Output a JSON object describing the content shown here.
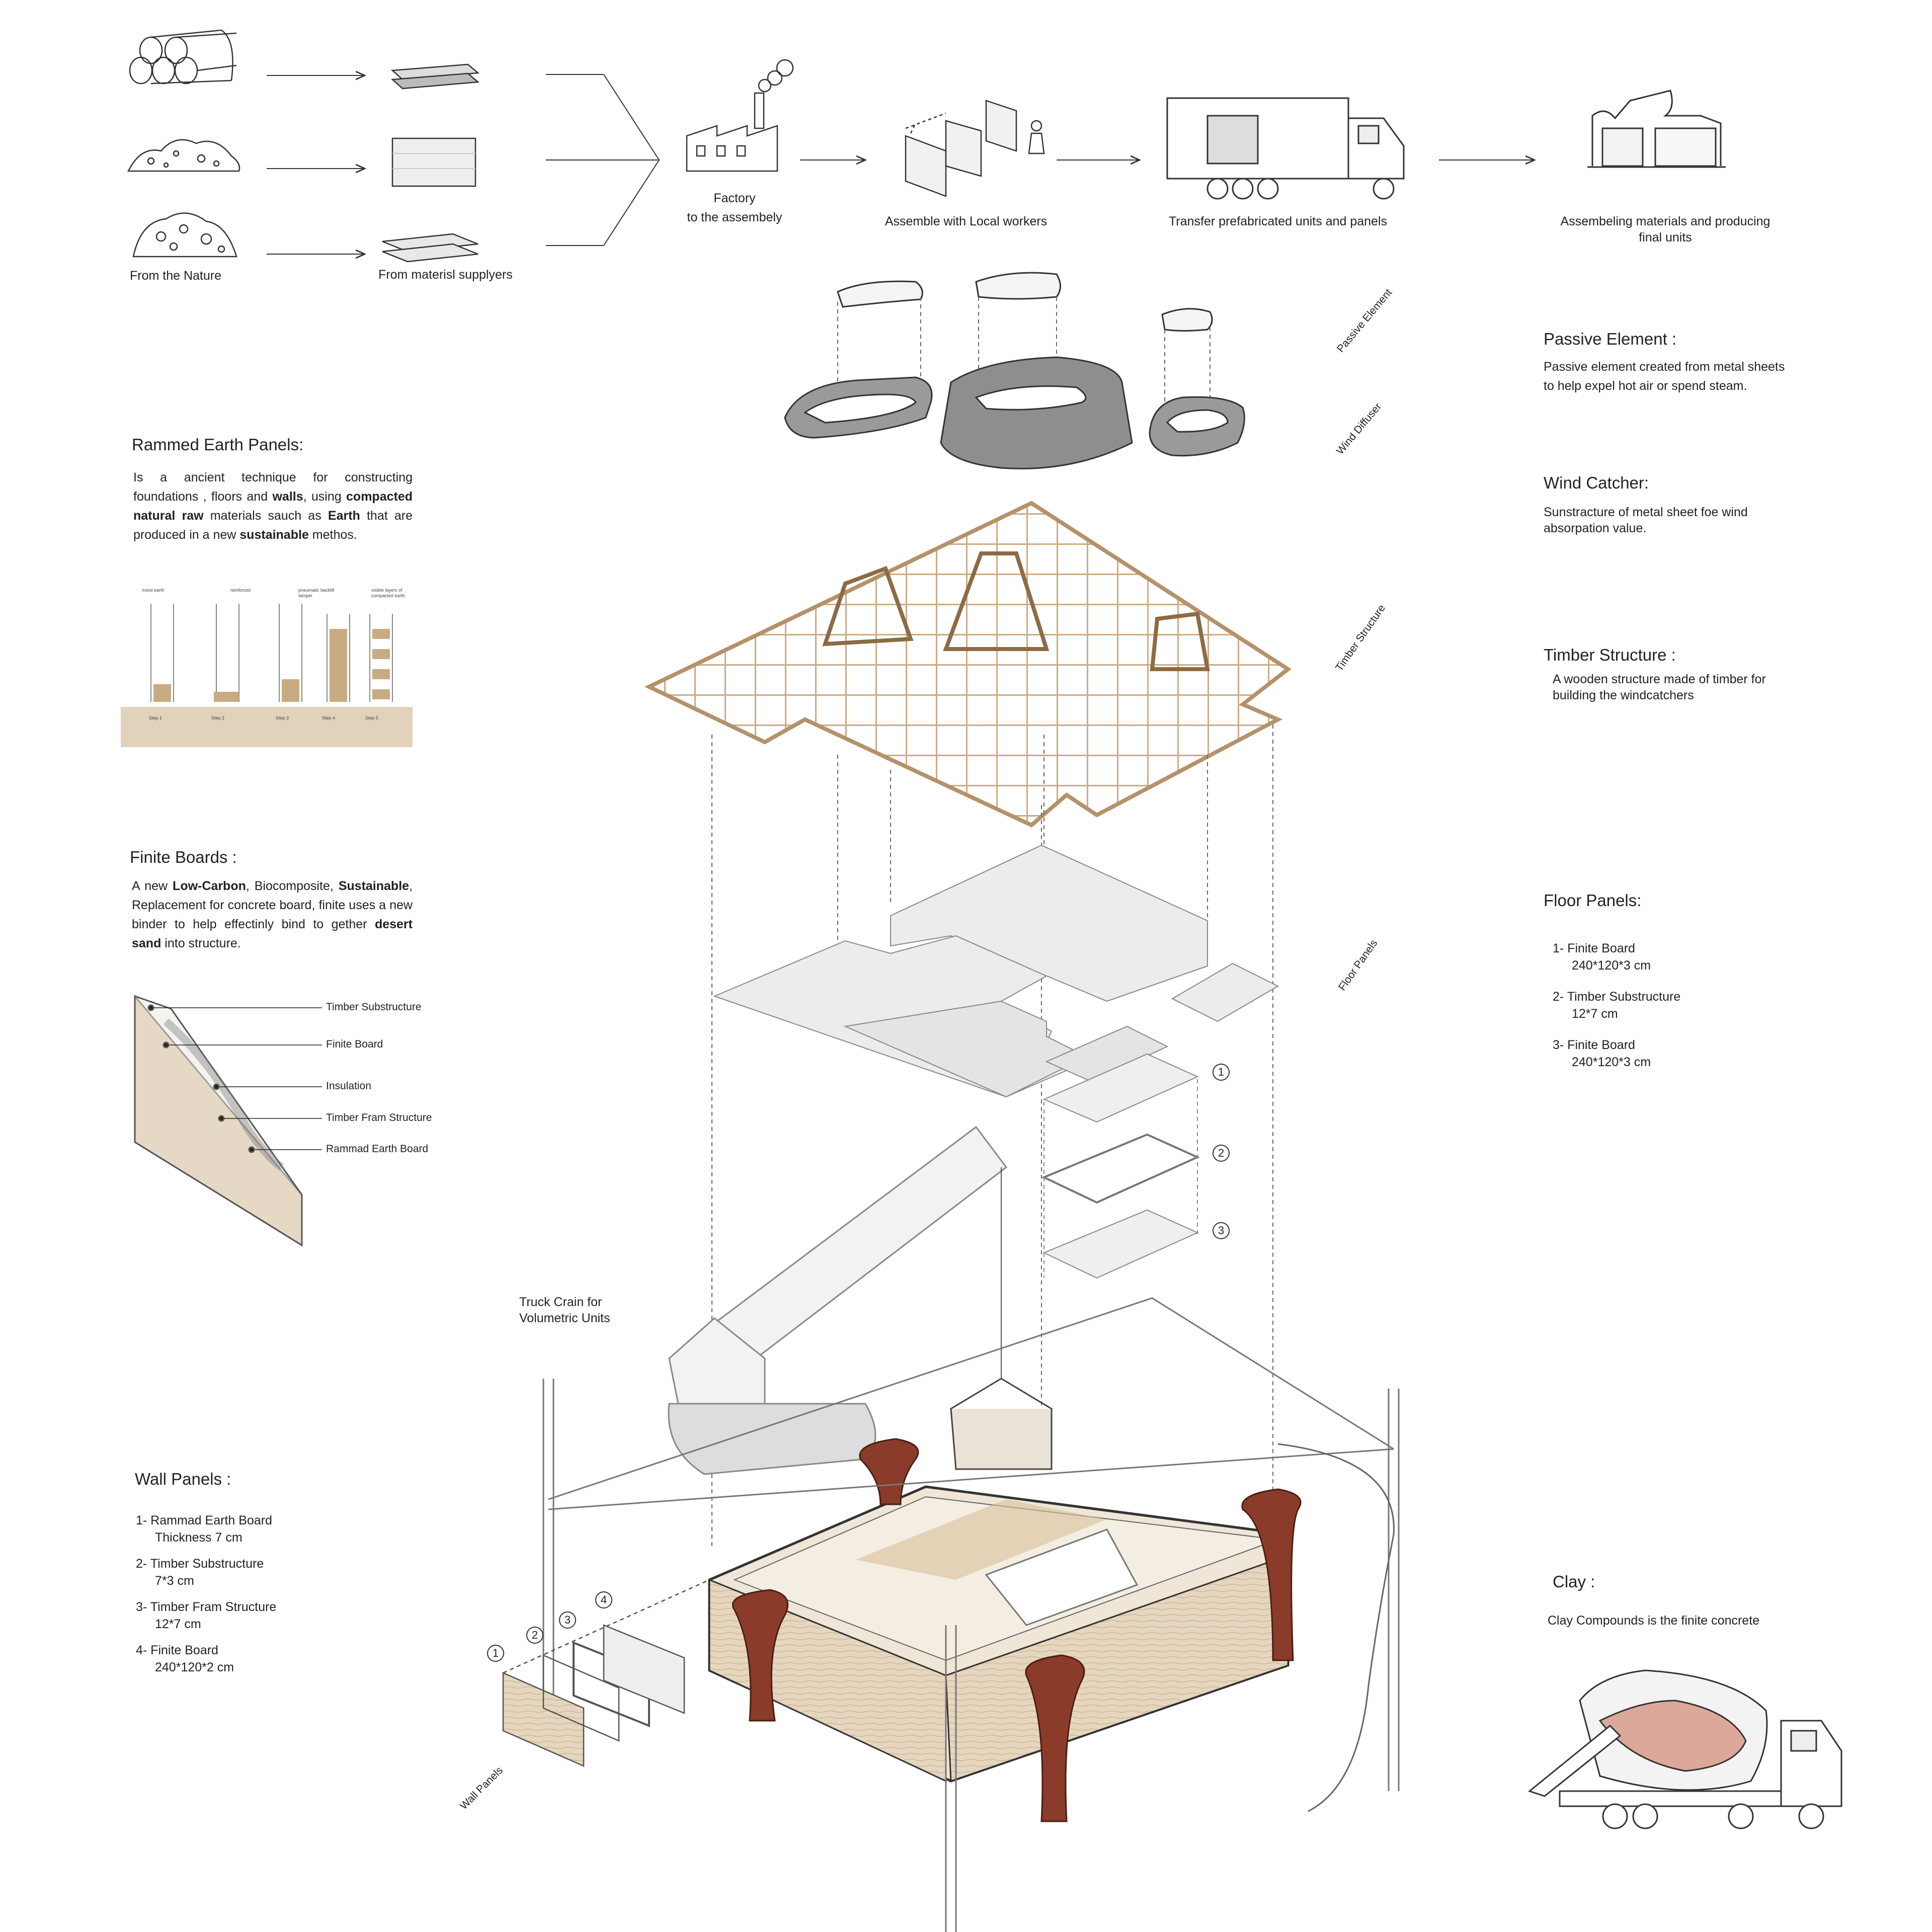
{
  "process": {
    "from_nature": "From the Nature",
    "from_suppliers": "From materisl supplyers",
    "factory_line1": "Factory",
    "factory_line2": "to the assembely",
    "assemble": "Assemble with Local workers",
    "transfer": "Transfer prefabricated units and panels",
    "final_line1": "Assembeling materials and producing",
    "final_line2": "final units"
  },
  "passive": {
    "title": "Passive Element :",
    "text": "Passive element created from metal sheets to help expel hot air or spend steam."
  },
  "wind": {
    "title": "Wind Catcher:",
    "text": "Sunstracture of metal sheet foe wind absorpation value."
  },
  "timber": {
    "title": "Timber Structure :",
    "text": "A wooden structure made of timber for building the windcatchers"
  },
  "floor": {
    "title": "Floor Panels:",
    "items": [
      {
        "label": "1-  Finite Board",
        "dim": "240*120*3 cm"
      },
      {
        "label": "2-  Timber Substructure",
        "dim": "12*7 cm"
      },
      {
        "label": "3-  Finite Board",
        "dim": "240*120*3 cm"
      }
    ]
  },
  "clay": {
    "title": "Clay :",
    "text": "Clay Compounds is the finite concrete"
  },
  "rammed": {
    "title": "Rammed Earth Panels:",
    "p1": "Is a ancient technique for constructing foundations , floors and ",
    "b1": "walls",
    "p2": ", using ",
    "b2": "compacted natural raw",
    "p3": " materials sauch as ",
    "b3": "Earth",
    "p4": " that are produced in a new ",
    "b4": "sustainable",
    "p5": " methos.",
    "steps": [
      {
        "label": "moist earth",
        "caption": "Step 1"
      },
      {
        "label": "reinforced",
        "caption": "Step 2"
      },
      {
        "label": "",
        "caption": "Step 3"
      },
      {
        "label": "pneumatic backfill tamper",
        "caption": "Step 4"
      },
      {
        "label": "visible layers of compacted earth",
        "caption": "Step 5"
      }
    ]
  },
  "finite": {
    "title": "Finite Boards :",
    "p1": "A new ",
    "b1": "Low-Carbon",
    "p2": ", Biocomposite, ",
    "b2": "Sustainable",
    "p3": ", Replacement for concrete board, finite uses a new binder to help effectinly bind to gether ",
    "b3": "desert sand",
    "p4": " into structure.",
    "layers": [
      "Timber Substructure",
      "Finite Board",
      "Insulation",
      "Timber Fram Structure",
      "Rammad Earth Board"
    ]
  },
  "wall": {
    "title": "Wall Panels :",
    "items": [
      {
        "label": "1-  Rammad Earth Board",
        "dim": "Thickness 7 cm"
      },
      {
        "label": "2-  Timber Substructure",
        "dim": "7*3 cm"
      },
      {
        "label": "3-  Timber Fram Structure",
        "dim": "12*7 cm"
      },
      {
        "label": "4-  Finite Board",
        "dim": "240*120*2 cm"
      }
    ]
  },
  "vertical_labels": {
    "passive": "Passive Element",
    "diffuser": "Wind Diffuser",
    "timber": "Timber Structure",
    "floor": "Floor Panels",
    "wall": "Wall Panels"
  },
  "crane_label_line1": "Truck Crain for",
  "crane_label_line2": "Volumetric Units",
  "floor_numbers": [
    "1",
    "2",
    "3"
  ],
  "wall_numbers": [
    "1",
    "2",
    "3",
    "4"
  ],
  "colors": {
    "line": "#3a3a3a",
    "timber": "#c9a77e",
    "clay": "#8a3b2a",
    "earth": "#e2d2bb",
    "panel": "#ececec"
  }
}
